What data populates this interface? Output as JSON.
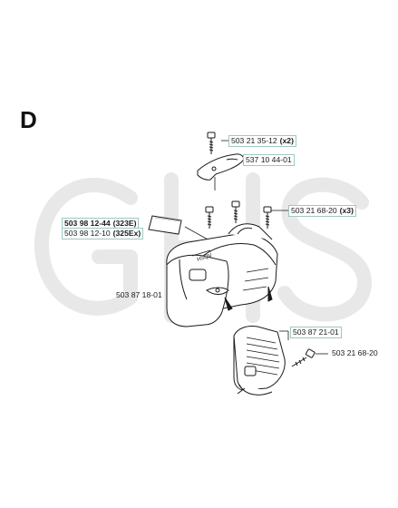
{
  "section": {
    "letter": "D"
  },
  "watermark": {
    "text": "GHS"
  },
  "callouts": [
    {
      "id": "screw-top",
      "part": "503 21 35-12",
      "qty": "(x2)",
      "boxed": true
    },
    {
      "id": "heat-shield",
      "part": "537 10 44-01",
      "qty": "",
      "boxed": true
    },
    {
      "id": "screws-mid",
      "part": "503 21 68-20",
      "qty": "(x3)",
      "boxed": true
    },
    {
      "id": "label-323e",
      "part": "503 98 12-44",
      "qty": "(323E)",
      "boxed": true,
      "bold": true
    },
    {
      "id": "label-325ex",
      "part": "503 98 12-10",
      "qty": "(325Ex)",
      "boxed": true
    },
    {
      "id": "cylinder-cover",
      "part": "503 87 18-01",
      "qty": "",
      "boxed": false
    },
    {
      "id": "muffler-guard",
      "part": "503 87 21-01",
      "qty": "",
      "boxed": true
    },
    {
      "id": "screw-bottom",
      "part": "503 21 68-20",
      "qty": "",
      "boxed": false
    }
  ],
  "colors": {
    "ink": "#1a1a1a",
    "callout_border": "#9fc7c3",
    "watermark": "#ececec"
  }
}
